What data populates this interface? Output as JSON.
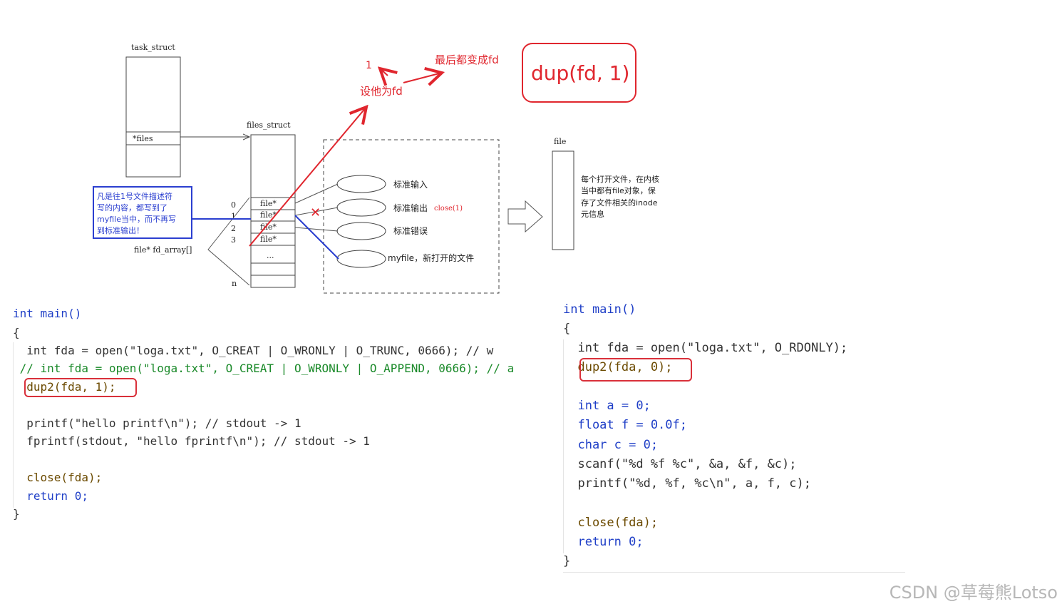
{
  "diagram": {
    "task_struct": "task_struct",
    "files_ptr": "*files",
    "files_struct": "files_struct",
    "fd_array": "file* fd_array[]",
    "fd_cells": [
      "file*",
      "file*",
      "file*",
      "file*",
      "..."
    ],
    "fd_indices": [
      "0",
      "1",
      "2",
      "3",
      "n"
    ],
    "file_label": "file",
    "streams": [
      "标准输入",
      "标准输出",
      "标准错误",
      "myfile，新打开的文件"
    ],
    "close_label": "close(1)",
    "file_desc": [
      "每个打开文件，在内核",
      "当中都有file对象，保",
      "存了文件相关的inode",
      "元信息"
    ],
    "blue_note": [
      "凡是往1号文件描述符",
      "写的内容，都写到了",
      "myfile当中，而不再写",
      "到标准输出！"
    ],
    "annot_one": "1",
    "annot_set": "设他为fd",
    "annot_final": "最后都变成fd",
    "annot_dup": "dup(fd, 1)"
  },
  "code_left": {
    "lines": [
      "int main()",
      "{",
      "  int fda = open(\"loga.txt\", O_CREAT | O_WRONLY | O_TRUNC, 0666); // w",
      " // int fda = open(\"loga.txt\", O_CREAT | O_WRONLY | O_APPEND, 0666); // a",
      "  dup2(fda, 1);",
      "",
      "  printf(\"hello printf\\n\"); // stdout -> 1",
      "  fprintf(stdout, \"hello fprintf\\n\"); // stdout -> 1",
      "",
      "  close(fda);",
      "  return 0;",
      "}"
    ]
  },
  "code_right": {
    "lines": [
      "int main()",
      "{",
      "  int fda = open(\"loga.txt\", O_RDONLY);",
      "  dup2(fda, 0);",
      "",
      "  int a = 0;",
      "  float f = 0.0f;",
      "  char c = 0;",
      "  scanf(\"%d %f %c\", &a, &f, &c);",
      "  printf(\"%d, %f, %c\\n\", a, f, c);",
      "",
      "  close(fda);",
      "  return 0;",
      "}"
    ]
  },
  "watermark": "CSDN @草莓熊Lotso",
  "colors": {
    "red": "#e0262e",
    "blue": "#2b3fd0",
    "keyword": "#1f3fc7",
    "string": "#a31515",
    "comment": "#1b8a2a"
  }
}
